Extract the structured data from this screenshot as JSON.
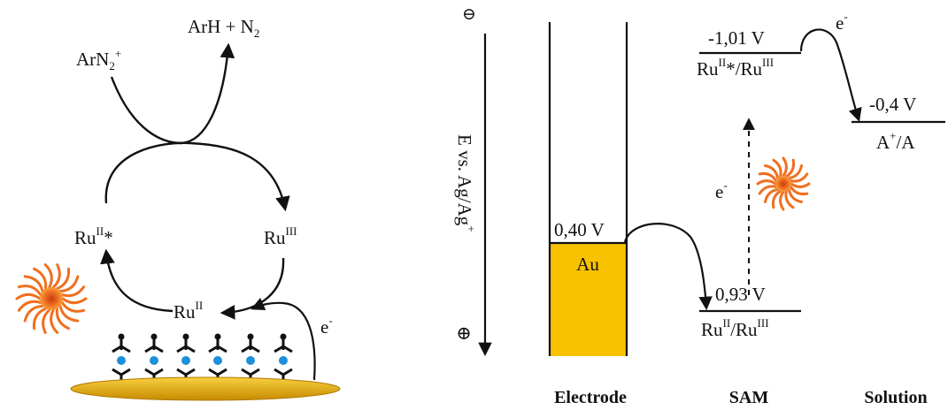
{
  "left_cycle": {
    "reactant": {
      "base": "ArN",
      "sub": "2",
      "sup": "+"
    },
    "product": {
      "base": "ArH + N",
      "sub": "2"
    },
    "excited": {
      "base": "Ru",
      "sup": "II",
      "tail": "*"
    },
    "oxidized": {
      "base": "Ru",
      "sup": "III"
    },
    "ground": {
      "base": "Ru",
      "sup": "II"
    },
    "electron": {
      "base": "e",
      "sup": "-"
    }
  },
  "energy_diagram": {
    "axis_label": "E vs. Ag/Ag",
    "axis_label_sup": "+",
    "minus_symbol": "⊖",
    "plus_symbol": "⊕",
    "au_level": "0,40 V",
    "au_label": "Au",
    "excited_potential": "-1,01 V",
    "excited_couple": {
      "a": "Ru",
      "a_sup": "II",
      "mid": "*/Ru",
      "b_sup": "III"
    },
    "ground_potential": "0,93 V",
    "ground_couple": {
      "a": "Ru",
      "a_sup": "II",
      "mid": "/Ru",
      "b_sup": "III"
    },
    "acceptor_potential": "-0,4 V",
    "acceptor_couple": {
      "a": "A",
      "a_sup": "+",
      "mid": "/A"
    },
    "electron_top": {
      "base": "e",
      "sup": "-"
    },
    "electron_mid": {
      "base": "e",
      "sup": "-"
    },
    "columns": [
      "Electrode",
      "SAM",
      "Solution"
    ]
  },
  "colors": {
    "gold": "#f8c200",
    "electrode_plate": "#e8a700",
    "sun_orange": "#f07020",
    "blue_dot": "#1e8fd8"
  }
}
